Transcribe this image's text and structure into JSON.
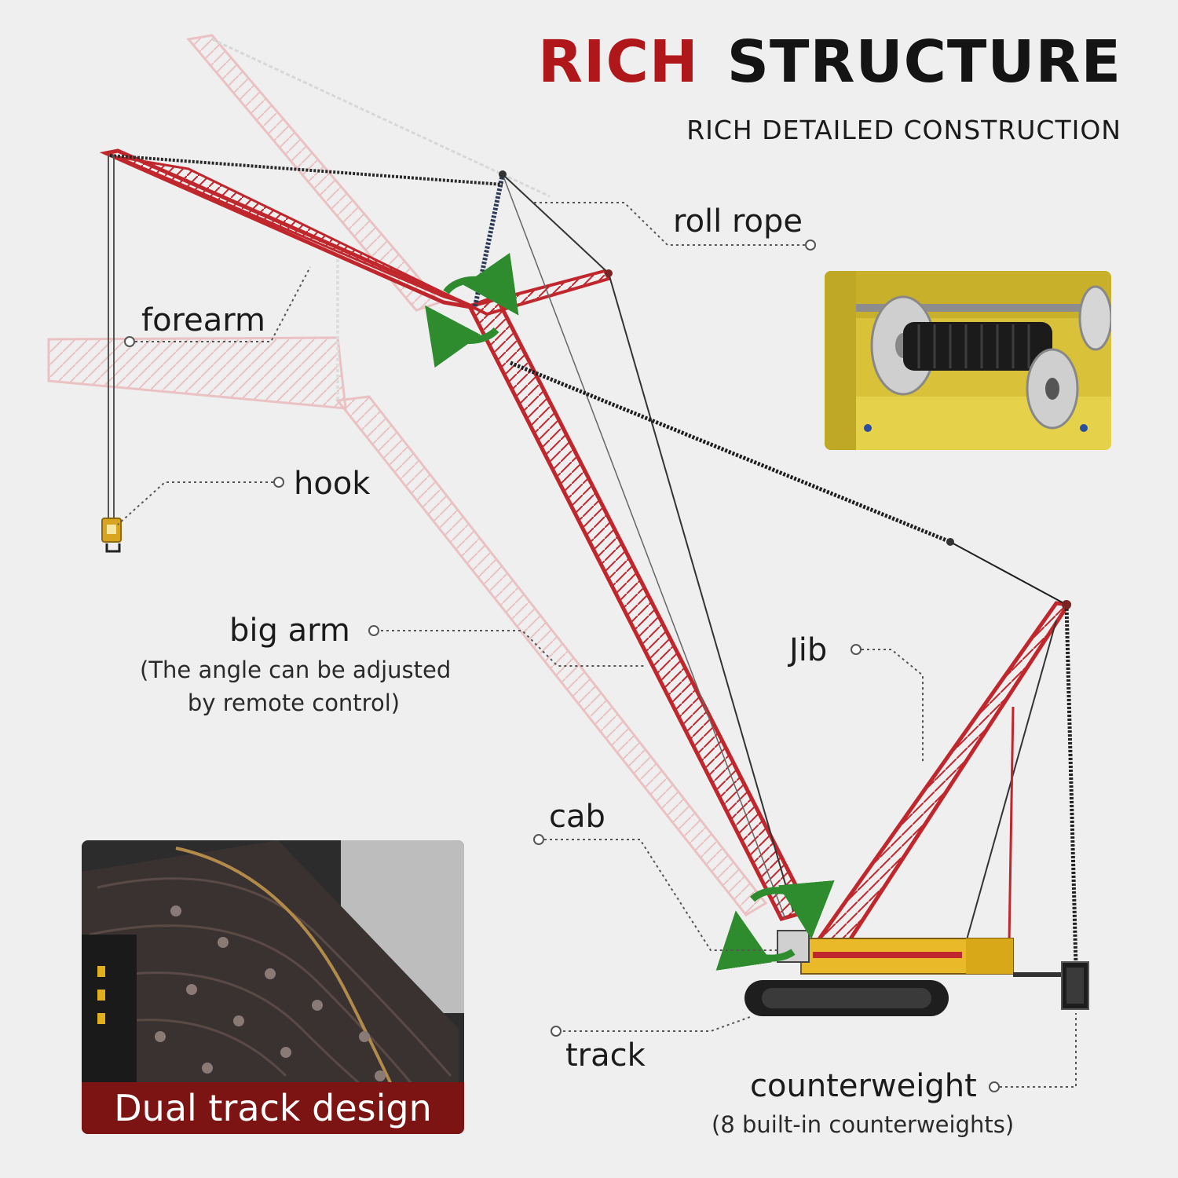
{
  "header": {
    "title_word_1": "RICH",
    "title_word_2": "STRUCTURE",
    "subtitle": "RICH DETAILED CONSTRUCTION"
  },
  "labels": {
    "roll_rope": "roll rope",
    "forearm": "forearm",
    "hook": "hook",
    "big_arm": "big arm",
    "big_arm_note_line_1": "(The angle can be adjusted",
    "big_arm_note_line_2": "by remote control)",
    "jib": "Jib",
    "cab": "cab",
    "track": "track",
    "counterweight": "counterweight",
    "counterweight_note": "(8 built-in counterweights)"
  },
  "inset_track": {
    "caption": "Dual track design"
  },
  "colors": {
    "boom_red": "#c0272d",
    "title_red": "#b0171a",
    "caption_bg": "#7c1413",
    "rotate_arrow_green": "#2e8b2e",
    "body_yellow": "#e9b92a"
  }
}
